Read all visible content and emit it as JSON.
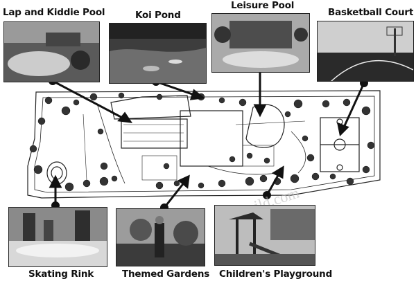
{
  "facilities": {
    "lap_pool": "Lap and Kiddie Pool",
    "koi_pond": "Koi Pond",
    "leisure_pool": "Leisure Pool",
    "basketball_court": "Basketball Court",
    "skating_rink": "Skating Rink",
    "themed_gardens": "Themed Gardens",
    "childrens_playground": "Children's Playground"
  },
  "watermark": "iribuild.com",
  "colors": {
    "ink": "#111111",
    "paper": "#ffffff",
    "tree": "#333333"
  }
}
